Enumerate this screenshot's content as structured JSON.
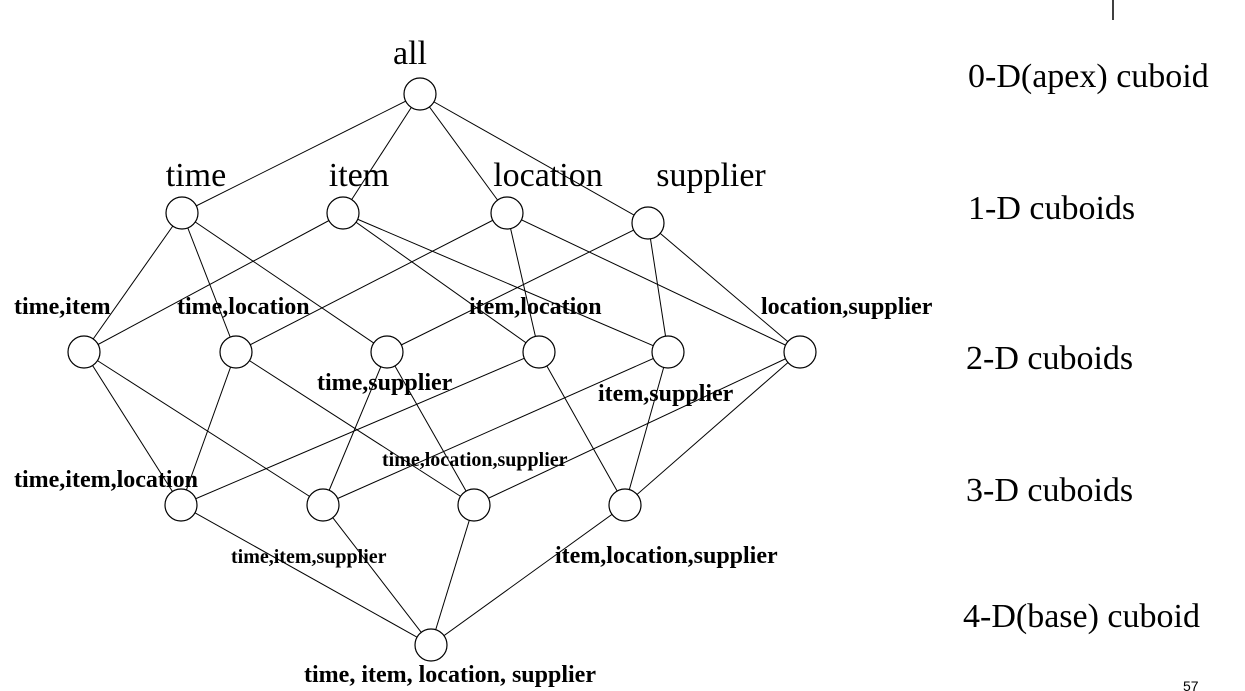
{
  "levels": [
    {
      "label": "0-D(apex) cuboid"
    },
    {
      "label": "1-D cuboids"
    },
    {
      "label": "2-D cuboids"
    },
    {
      "label": "3-D cuboids"
    },
    {
      "label": "4-D(base) cuboid"
    }
  ],
  "nodes": [
    {
      "id": "all",
      "label": "all",
      "style": "big"
    },
    {
      "id": "time",
      "label": "time",
      "style": "big"
    },
    {
      "id": "item",
      "label": "item",
      "style": "big"
    },
    {
      "id": "location",
      "label": "location",
      "style": "big"
    },
    {
      "id": "supplier",
      "label": "supplier",
      "style": "big"
    },
    {
      "id": "time_item",
      "label": "time,item",
      "style": "bold"
    },
    {
      "id": "time_location",
      "label": "time,location",
      "style": "bold"
    },
    {
      "id": "time_supplier",
      "label": "time,supplier",
      "style": "bold"
    },
    {
      "id": "item_location",
      "label": "item,location",
      "style": "bold"
    },
    {
      "id": "item_supplier",
      "label": "item,supplier",
      "style": "bold"
    },
    {
      "id": "location_supplier",
      "label": "location,supplier",
      "style": "bold"
    },
    {
      "id": "time_item_location",
      "label": "time,item,location",
      "style": "bold"
    },
    {
      "id": "time_item_supplier",
      "label": "time,item,supplier",
      "style": "bold"
    },
    {
      "id": "time_location_supplier",
      "label": "time,location,supplier",
      "style": "bold"
    },
    {
      "id": "item_location_supplier",
      "label": "item,location,supplier",
      "style": "bold"
    },
    {
      "id": "base",
      "label": "time, item, location, supplier",
      "style": "bold"
    }
  ],
  "edges": [
    [
      "all",
      "time"
    ],
    [
      "all",
      "item"
    ],
    [
      "all",
      "location"
    ],
    [
      "all",
      "supplier"
    ],
    [
      "time",
      "time_item"
    ],
    [
      "time",
      "time_location"
    ],
    [
      "time",
      "time_supplier"
    ],
    [
      "item",
      "time_item"
    ],
    [
      "item",
      "item_location"
    ],
    [
      "item",
      "item_supplier"
    ],
    [
      "location",
      "time_location"
    ],
    [
      "location",
      "item_location"
    ],
    [
      "location",
      "location_supplier"
    ],
    [
      "supplier",
      "time_supplier"
    ],
    [
      "supplier",
      "item_supplier"
    ],
    [
      "supplier",
      "location_supplier"
    ],
    [
      "time_item",
      "time_item_location"
    ],
    [
      "time_item",
      "time_item_supplier"
    ],
    [
      "time_location",
      "time_item_location"
    ],
    [
      "time_location",
      "time_location_supplier"
    ],
    [
      "time_supplier",
      "time_item_supplier"
    ],
    [
      "time_supplier",
      "time_location_supplier"
    ],
    [
      "item_location",
      "time_item_location"
    ],
    [
      "item_location",
      "item_location_supplier"
    ],
    [
      "item_supplier",
      "time_item_supplier"
    ],
    [
      "item_supplier",
      "item_location_supplier"
    ],
    [
      "location_supplier",
      "time_location_supplier"
    ],
    [
      "location_supplier",
      "item_location_supplier"
    ],
    [
      "time_item_location",
      "base"
    ],
    [
      "time_item_supplier",
      "base"
    ],
    [
      "time_location_supplier",
      "base"
    ],
    [
      "item_location_supplier",
      "base"
    ]
  ],
  "page_number": "57"
}
